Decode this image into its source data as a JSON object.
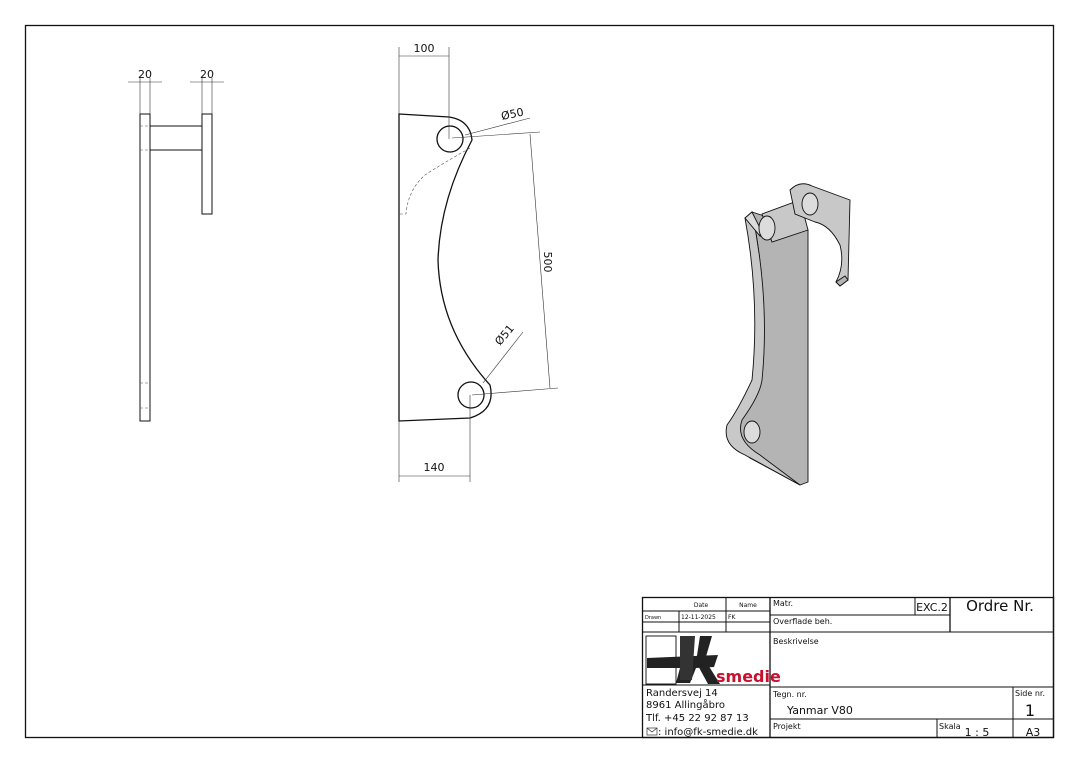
{
  "views": {
    "side": {
      "dim_left": "20",
      "dim_right": "20"
    },
    "front": {
      "dim_top": "100",
      "dim_bottom": "140",
      "dim_length": "500",
      "hole_top": "Ø50",
      "hole_bottom": "Ø51"
    }
  },
  "title_block": {
    "date_header": "Date",
    "name_header": "Name",
    "drawn_label": "Drawn",
    "drawn_date": "12-11-2025",
    "drawn_name": "FK",
    "matr_label": "Matr.",
    "matr_value": "EXC.2",
    "order_label": "Ordre Nr.",
    "surface_label": "Overflade beh.",
    "description_label": "Beskrivelse",
    "logo_text": "smedie",
    "address_line1": "Randersvej 14",
    "address_line2": "8961 Allingåbro",
    "phone": "Tlf. +45 22 92 87 13",
    "email": ": info@fk-smedie.dk",
    "drawing_no_label": "Tegn. nr.",
    "drawing_no": "Yanmar V80",
    "page_label": "Side nr.",
    "page_no": "1",
    "project_label": "Projekt",
    "scale_label": "Skala",
    "scale_value": "1 : 5",
    "paper_size": "A3"
  },
  "colors": {
    "logo_red": "#c8102e",
    "part_gray": "#c8c8c8"
  }
}
